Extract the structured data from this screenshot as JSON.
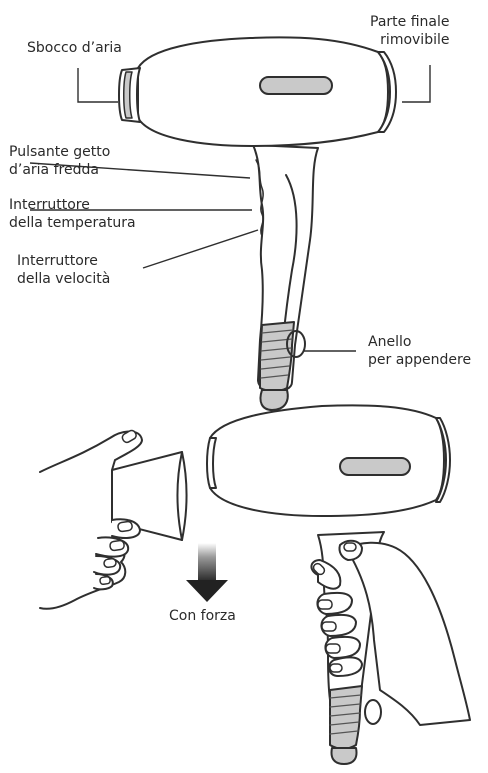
{
  "labels": {
    "air_outlet": "Sbocco d’aria",
    "removable_end": [
      "Parte finale",
      "rimovibile"
    ],
    "cold_shot": [
      "Pulsante getto",
      "d’aria fredda"
    ],
    "temperature": [
      "Interruttore",
      "della temperatura"
    ],
    "speed": [
      "Interruttore",
      "della velocità"
    ],
    "hanging_ring": [
      "Anello",
      "per appendere"
    ],
    "force": "Con forza"
  },
  "colors": {
    "stroke": "#2f2f2f",
    "body": "#ffffff",
    "grey_parts": "#c9c9c9",
    "arrow": "#222222"
  }
}
